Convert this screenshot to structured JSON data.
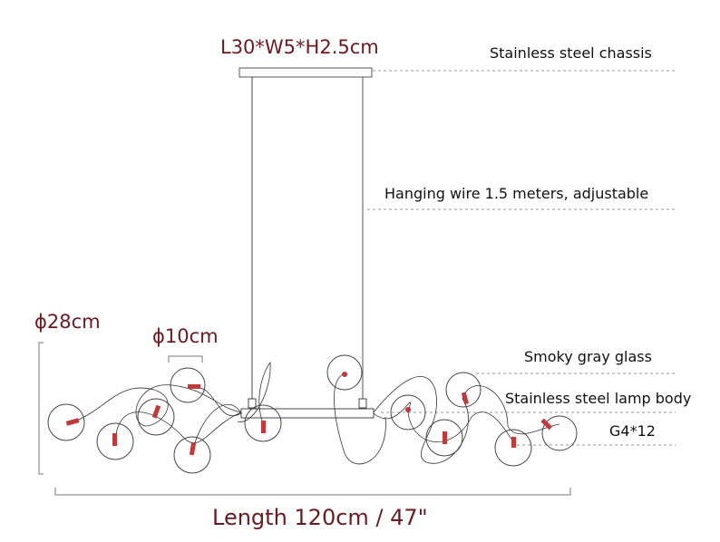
{
  "dimensions": {
    "canopy": "L30*W5*H2.5cm",
    "height": "ϕ28cm",
    "globe": "ϕ10cm",
    "length": "Length 120cm / 47\""
  },
  "labels": {
    "chassis": "Stainless steel chassis",
    "wire": "Hanging wire 1.5 meters, adjustable",
    "glass": "Smoky gray glass",
    "body": "Stainless steel lamp body",
    "bulbs": "G4*12"
  },
  "colors": {
    "dimension_text": "#6b1a22",
    "bulb": "#c0393b"
  }
}
